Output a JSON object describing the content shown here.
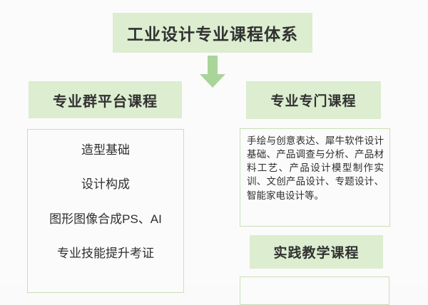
{
  "diagram": {
    "title": "工业设计专业课程体系",
    "arrow_icon": "arrow-down-icon",
    "colors": {
      "box_fill": "#dcedd0",
      "border": "#c8dfb8",
      "text": "#2f2f2f",
      "background": "#fbfbfb"
    },
    "columns": {
      "left": {
        "header": "专业群平台课程",
        "courses": [
          "造型基础",
          "设计构成",
          "图形图像合成PS、AI",
          "专业技能提升考证"
        ]
      },
      "right": {
        "header": "专业专门课程",
        "body": "手绘与创意表达、犀牛软件设计基础、产品调查与分析、产品材料工艺、产品设计模型制作实训、文创产品设计、专题设计、智能家电设计等。",
        "practice_header": "实践教学课程",
        "practice_body": ""
      }
    }
  }
}
